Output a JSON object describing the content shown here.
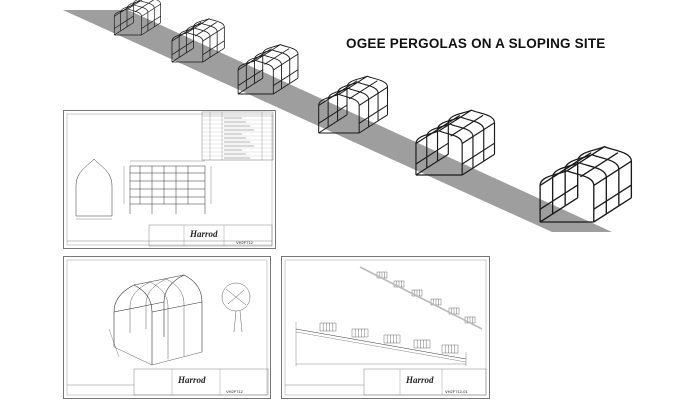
{
  "title": "OGEE PERGOLAS ON A SLOPING SITE",
  "sheets": [
    {
      "logo": "Harrod",
      "drawing_number": "VH2F712"
    },
    {
      "logo": "Harrod",
      "drawing_number": "VH2F712"
    },
    {
      "logo": "Harrod",
      "drawing_number": "VH2F712-01"
    }
  ],
  "colors": {
    "path": "#9e9e9e",
    "frame": "#1a1a1a",
    "border": "#777777"
  }
}
